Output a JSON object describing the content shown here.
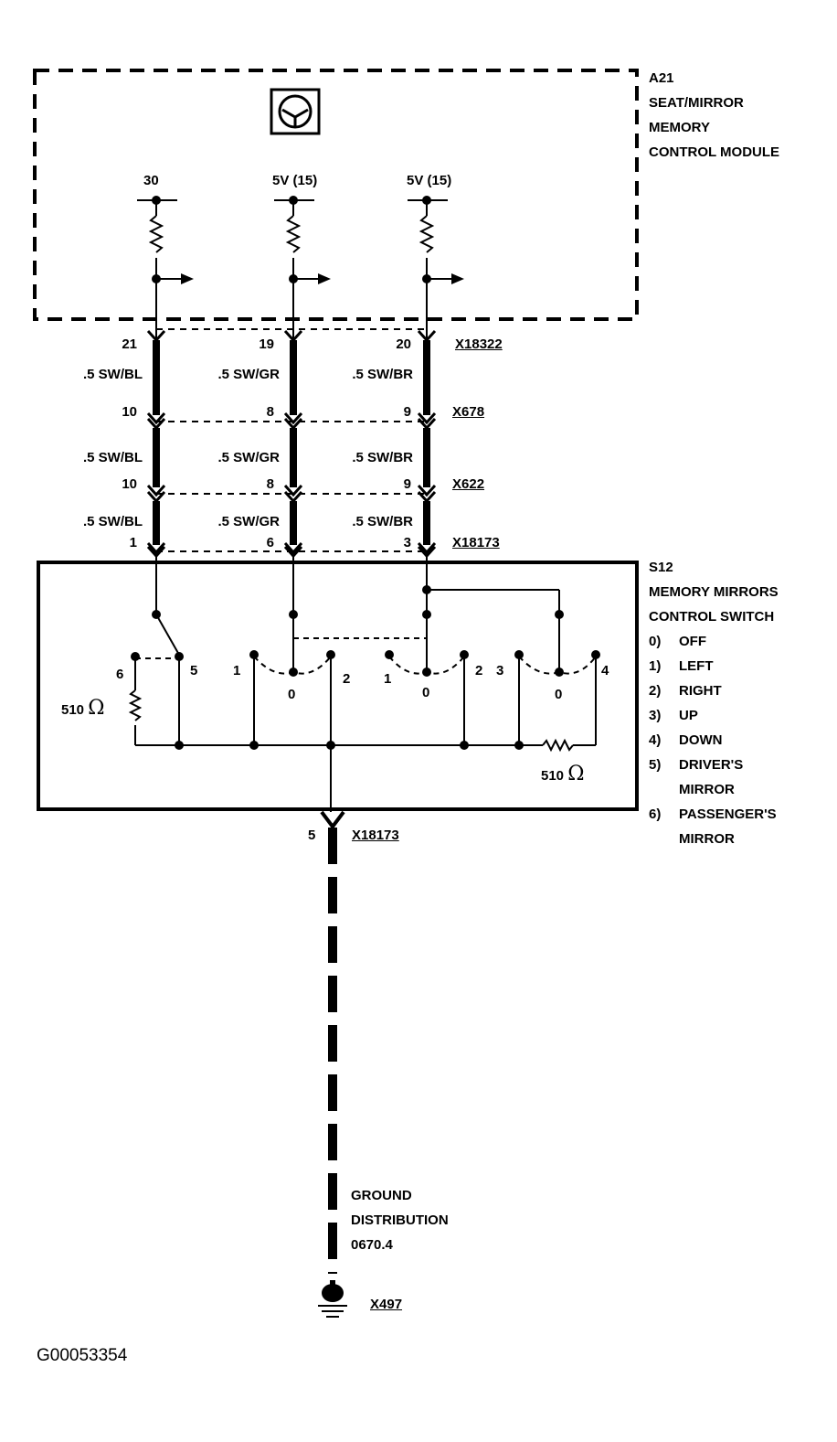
{
  "module": {
    "id": "A21",
    "name_lines": [
      "SEAT/MIRROR",
      "MEMORY",
      "CONTROL MODULE"
    ],
    "pins": [
      "30",
      "5V (15)",
      "5V (15)"
    ]
  },
  "connectors": {
    "c1": {
      "id": "X18322",
      "pins": [
        "21",
        "19",
        "20"
      ]
    },
    "c2": {
      "id": "X678",
      "pins": [
        "10",
        "8",
        "9"
      ]
    },
    "c3": {
      "id": "X622",
      "pins": [
        "10",
        "8",
        "9"
      ]
    },
    "c4": {
      "id": "X18173",
      "pins": [
        "1",
        "6",
        "3"
      ]
    }
  },
  "wires": {
    "seg1": [
      ".5 SW/BL",
      ".5 SW/GR",
      ".5 SW/BR"
    ],
    "seg2": [
      ".5 SW/BL",
      ".5 SW/GR",
      ".5 SW/BR"
    ],
    "seg3": [
      ".5 SW/BL",
      ".5 SW/GR",
      ".5 SW/BR"
    ]
  },
  "switch": {
    "id": "S12",
    "name_lines": [
      "MEMORY MIRRORS",
      "CONTROL SWITCH"
    ],
    "positions": [
      {
        "num": "0)",
        "text": "OFF"
      },
      {
        "num": "1)",
        "text": "LEFT"
      },
      {
        "num": "2)",
        "text": "RIGHT"
      },
      {
        "num": "3)",
        "text": "UP"
      },
      {
        "num": "4)",
        "text": "DOWN"
      },
      {
        "num": "5)",
        "text": "DRIVER'S"
      },
      {
        "num": "",
        "text": "MIRROR"
      },
      {
        "num": "6)",
        "text": "PASSENGER'S"
      },
      {
        "num": "",
        "text": "MIRROR"
      }
    ],
    "contacts": {
      "sel_6": "6",
      "sel_5": "5",
      "a_1": "1",
      "a_0": "0",
      "a_2": "2",
      "b_1": "1",
      "b_0": "0",
      "b_2": "2",
      "c_3": "3",
      "c_0": "0",
      "c_4": "4"
    },
    "resistor_left": "510",
    "resistor_right": "510",
    "ohm_symbol": "Ω"
  },
  "ground_connector": {
    "pin": "5",
    "id": "X18173"
  },
  "ground": {
    "lines": [
      "GROUND",
      "DISTRIBUTION",
      "0670.4"
    ],
    "id": "X497"
  },
  "figure_id": "G00053354"
}
